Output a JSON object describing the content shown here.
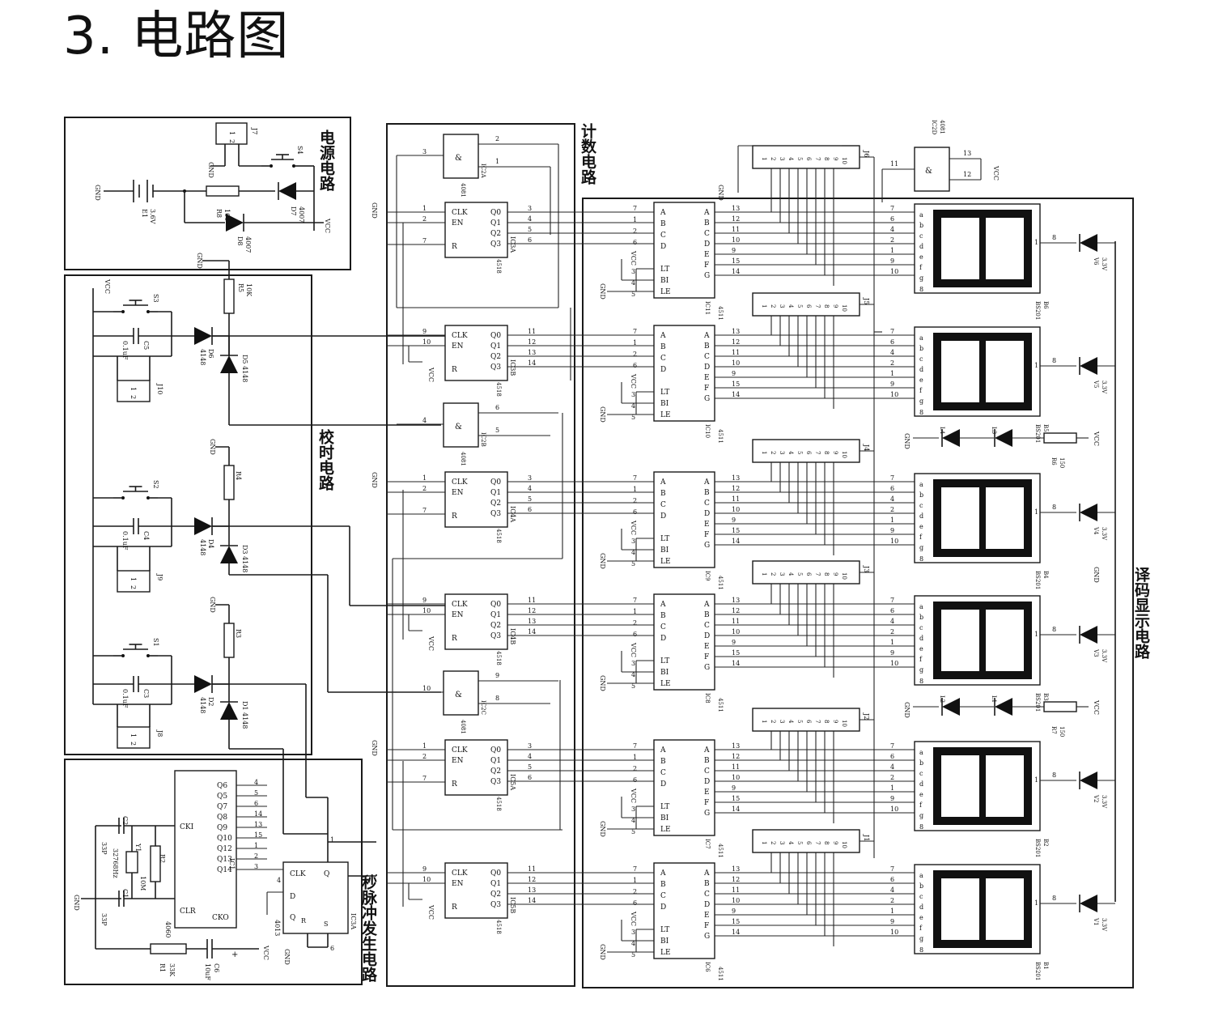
{
  "title": "3. 电路图",
  "sections": {
    "power": "电源电路",
    "counter": "计数电路",
    "calibration": "校时电路",
    "decoder": "译码显示电路",
    "pulse": "秒脉冲发生电路"
  },
  "nets": {
    "gnd": "GND",
    "vcc": "VCC"
  },
  "counters": [
    {
      "ref": "IC3A",
      "part": "4518",
      "in": [
        "1",
        "2",
        "7"
      ],
      "out": [
        "3",
        "4",
        "5",
        "6"
      ]
    },
    {
      "ref": "IC3B",
      "part": "4518",
      "in": [
        "9",
        "10"
      ],
      "out": [
        "11",
        "12",
        "13",
        "14"
      ]
    },
    {
      "ref": "IC4A",
      "part": "4518",
      "in": [
        "1",
        "2",
        "7"
      ],
      "out": [
        "3",
        "4",
        "5",
        "6"
      ]
    },
    {
      "ref": "IC4B",
      "part": "4518",
      "in": [
        "9",
        "10"
      ],
      "out": [
        "11",
        "12",
        "13",
        "14"
      ]
    },
    {
      "ref": "IC5A",
      "part": "4518",
      "in": [
        "1",
        "2",
        "7"
      ],
      "out": [
        "3",
        "4",
        "5",
        "6"
      ]
    },
    {
      "ref": "IC5B",
      "part": "4518",
      "in": [
        "9",
        "10"
      ],
      "out": [
        "11",
        "12",
        "13",
        "14"
      ]
    }
  ],
  "counter_pins": [
    "CLK",
    "EN",
    "R",
    "Q0",
    "Q1",
    "Q2",
    "Q3"
  ],
  "gates": [
    {
      "ref": "IC2A",
      "part": "4081",
      "in1": "1",
      "in2": "2",
      "out": "3"
    },
    {
      "ref": "IC2B",
      "part": "4081",
      "in1": "5",
      "in2": "6",
      "out": "4"
    },
    {
      "ref": "IC2C",
      "part": "4081",
      "in1": "8",
      "in2": "9",
      "out": "10"
    },
    {
      "ref": "IC2D",
      "part": "4081",
      "in1": "12",
      "in2": "13",
      "out": "11"
    }
  ],
  "gate_symbol": "&",
  "decoders": [
    {
      "ref": "IC11",
      "part": "4511"
    },
    {
      "ref": "IC10",
      "part": "4511"
    },
    {
      "ref": "IC9",
      "part": "4511"
    },
    {
      "ref": "IC8",
      "part": "4511"
    },
    {
      "ref": "IC7",
      "part": "4511"
    },
    {
      "ref": "IC6",
      "part": "4511"
    }
  ],
  "decoder_in": [
    "A",
    "B",
    "C",
    "D"
  ],
  "decoder_ctrl": [
    "LT",
    "BI",
    "LE"
  ],
  "decoder_out": [
    "A",
    "B",
    "C",
    "D",
    "E",
    "F",
    "G"
  ],
  "decoder_in_pins": [
    "7",
    "1",
    "2",
    "6"
  ],
  "decoder_ctrl_pins": [
    "3",
    "4",
    "5"
  ],
  "decoder_out_pins": [
    "13",
    "12",
    "11",
    "10",
    "9",
    "15",
    "14"
  ],
  "resistor_networks": [
    "J6",
    "J5",
    "J4",
    "J3",
    "J2",
    "J1"
  ],
  "network_pins": [
    "1",
    "2",
    "3",
    "4",
    "5",
    "6",
    "7",
    "8",
    "9",
    "10"
  ],
  "displays": [
    {
      "ref": "B6",
      "part": "BS201"
    },
    {
      "ref": "B5",
      "part": "BS201"
    },
    {
      "ref": "B4",
      "part": "BS201"
    },
    {
      "ref": "B3",
      "part": "BS201"
    },
    {
      "ref": "B2",
      "part": "BS201"
    },
    {
      "ref": "B1",
      "part": "BS201"
    }
  ],
  "segments": [
    "a",
    "b",
    "c",
    "d",
    "e",
    "f",
    "g"
  ],
  "segment_pins": [
    "7",
    "6",
    "4",
    "2",
    "1",
    "9",
    "10"
  ],
  "display_common": "8",
  "transistors": [
    {
      "ref": "V6",
      "value": "3.3V"
    },
    {
      "ref": "V5",
      "value": "3.3V"
    },
    {
      "ref": "V4",
      "value": "3.3V"
    },
    {
      "ref": "V3",
      "value": "3.3V"
    },
    {
      "ref": "V2",
      "value": "3.3V"
    },
    {
      "ref": "V1",
      "value": "3.3V"
    }
  ],
  "colon_leds": [
    {
      "leds": [
        "L4",
        "L3"
      ],
      "resistor": "R6",
      "value": "150"
    },
    {
      "leds": [
        "L2",
        "L1"
      ],
      "resistor": "R7",
      "value": "150"
    }
  ],
  "power": {
    "battery": "E1",
    "battery_value": "3.6V",
    "resistor": "R8",
    "resistor_value": "100",
    "diode1": "D7",
    "diode1_value": "4007",
    "diode2": "D8",
    "diode2_value": "4007",
    "switch": "S4",
    "jack": "J7",
    "jack_pins": [
      "1",
      "2"
    ]
  },
  "calibration": {
    "pullup": "R5",
    "pullup_value": "10K",
    "rows": [
      {
        "switch": "S3",
        "cap": "C5",
        "cap_value": "0.1uF",
        "diode_a": "D6",
        "diode_b": "D5",
        "res": "",
        "jack": "J10"
      },
      {
        "switch": "S2",
        "cap": "C4",
        "cap_value": "0.1uF",
        "diode_a": "D4",
        "diode_b": "D3",
        "res": "R4",
        "jack": "J9"
      },
      {
        "switch": "S1",
        "cap": "C3",
        "cap_value": "0.1uF",
        "diode_a": "D2",
        "diode_b": "D1",
        "res": "R3",
        "jack": "J8"
      }
    ],
    "diode_value": "4148",
    "jack_pins": [
      "1",
      "2"
    ]
  },
  "pulse": {
    "osc": "IC1",
    "osc_part": "4060",
    "osc_pins_left": [
      "CKI",
      "CLR",
      "CKO"
    ],
    "osc_out": [
      "Q6",
      "Q5",
      "Q7",
      "Q8",
      "Q9",
      "Q10",
      "Q12",
      "Q13",
      "Q14"
    ],
    "osc_out_pins": [
      "4",
      "5",
      "6",
      "14",
      "13",
      "15",
      "1",
      "2",
      "3"
    ],
    "ff": "IC3A",
    "ff_part": "4013",
    "ff_pins": [
      "CLK",
      "D",
      "Q",
      "Q",
      "R",
      "S"
    ],
    "ff_pin_nums": [
      "1",
      "4",
      "6"
    ],
    "crystal": "Y1",
    "crystal_value": "32768Hz",
    "res_feedback": "R2",
    "res_feedback_value": "10M",
    "res_out": "R1",
    "res_out_value": "33K",
    "c1": "C1",
    "c1_value": "33P",
    "c2": "C2",
    "c2_value": "33P",
    "c_elec": "C6",
    "c_elec_value": "10uF",
    "plus": "+"
  }
}
